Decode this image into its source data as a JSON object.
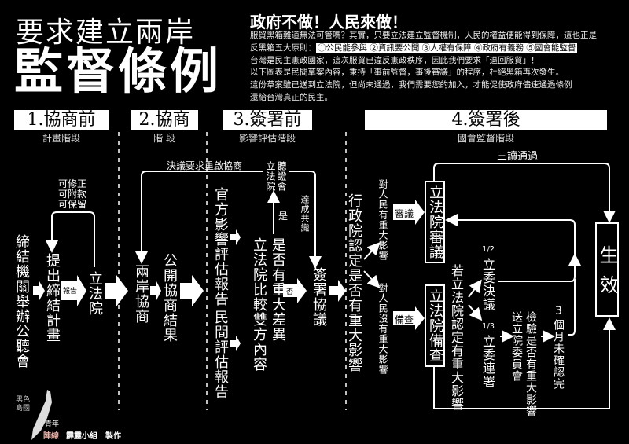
{
  "title": {
    "line1": "要求建立兩岸",
    "line2": "監督條例"
  },
  "intro": {
    "heading": "政府不做！人民來做！",
    "p1": "服貿黑箱難道無法可管嗎？其實，只要立法建立監督機制，人民的權益便能得到保障，這也正是",
    "p2_prefix": "反黑箱五大原則：",
    "principles": "①公民能參與 ②資訊要公開 ③人權有保障 ④政府有義務 ⑤國會能監督",
    "p3": "台灣是民主憲政國家，這次服貿已違反憲政秩序，因此我們要求「退回服貿」！",
    "p4": "以下圖表是民間草案內容，秉持「事前監督，事後審議」的程序，杜絕黑箱再次發生。",
    "p5": "這份草案雖已送到立法院，但尚未通過，我們需要您的加入，才能促使政府儘速通過條例",
    "p6": "還給台灣真正的民主。"
  },
  "phases": [
    {
      "label": "1.協商前",
      "sub": "計畫階段"
    },
    {
      "label": "2.協商",
      "sub": "階 段"
    },
    {
      "label": "3.簽署前",
      "sub": "影響評估階段"
    },
    {
      "label": "4.簽署後",
      "sub": "國會監督階段"
    }
  ],
  "nodes": {
    "hearing": "締結機關舉辦公聽會",
    "plan": "提出締結計畫",
    "report": "報告",
    "ly1": "立法院",
    "amend": [
      "可修正",
      "可附款",
      "可保留"
    ],
    "negotiate": "兩岸協商",
    "publish": "公開協商結果",
    "restart": "決議要求重啟協商",
    "official": "官方影響評估報告",
    "civil": "民間評估報告",
    "compare": "立法院比較雙方內容",
    "diff": "是否有重大差異",
    "yes": "是",
    "no": "否",
    "ly_hearing_a": "立法院",
    "ly_hearing_b": "聽證會",
    "consensus": "達成共識",
    "sign": "簽署協議",
    "exec": "行政院認定是否有重大影響",
    "major": "對人民有重大影響",
    "minor": "對人民沒有重大影響",
    "review_tag": "審議",
    "record_tag": "備查",
    "ly_review": "立法院審議",
    "ly_record": "立法院備查",
    "third": "三讀通過",
    "effect": "生效",
    "if_major": "若立法院認定有重大影響",
    "half_frac": "1/2",
    "half": "立委決議",
    "third_frac": "1/3",
    "cosign": "立委連署",
    "committee": "送立院委員會",
    "check": "檢驗是否有重大影響",
    "three_n": "3",
    "three_m": "個月未確認完"
  },
  "footer": {
    "logo_a": "黑色島國",
    "logo_b": "青年",
    "logo_c": "陣線",
    "credit": "霹靂小組　製作"
  },
  "colors": {
    "bg": "#000000",
    "fg": "#ffffff",
    "logo_red": "#e8b0a8"
  }
}
